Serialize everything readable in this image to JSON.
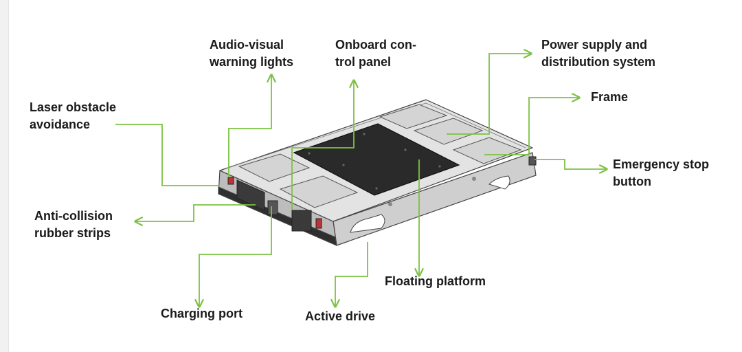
{
  "colors": {
    "leader": "#7cc242",
    "panel": "#2a2a2a",
    "body": "#d9d9d9",
    "outline": "#444444"
  },
  "labels": {
    "audio_visual": {
      "line1": "Audio-visual",
      "line2": "warning lights"
    },
    "onboard_control": {
      "line1": "Onboard con-",
      "line2": "trol panel"
    },
    "power_supply": {
      "line1": "Power supply and",
      "line2": "distribution system"
    },
    "frame": {
      "line1": "Frame"
    },
    "laser": {
      "line1": "Laser obstacle",
      "line2": "avoidance"
    },
    "emergency_stop": {
      "line1": "Emergency stop",
      "line2": "button"
    },
    "anti_collision": {
      "line1": "Anti-collision",
      "line2": "rubber strips"
    },
    "floating_platform": {
      "line1": "Floating platform"
    },
    "charging_port": {
      "line1": "Charging port"
    },
    "active_drive": {
      "line1": "Active drive"
    }
  }
}
